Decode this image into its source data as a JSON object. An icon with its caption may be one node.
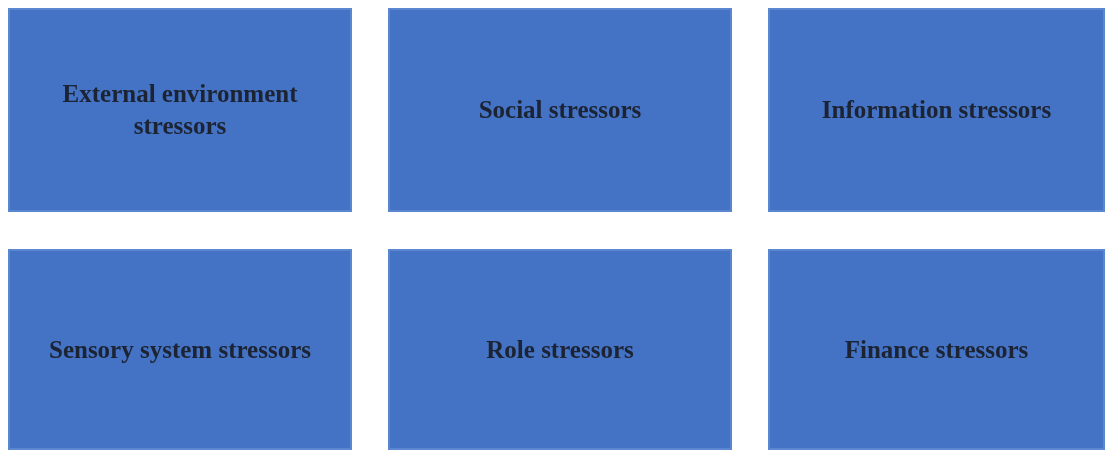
{
  "diagram": {
    "nodes": [
      {
        "text": [
          "External environment stressors"
        ]
      },
      {
        "text": [
          "Social stressors"
        ]
      },
      {
        "text": [
          "Information stressors"
        ]
      },
      {
        "text": [
          "Sensory system stressors"
        ]
      },
      {
        "text": [
          "Role stressors"
        ]
      },
      {
        "text": [
          "Finance stressors"
        ]
      }
    ]
  }
}
